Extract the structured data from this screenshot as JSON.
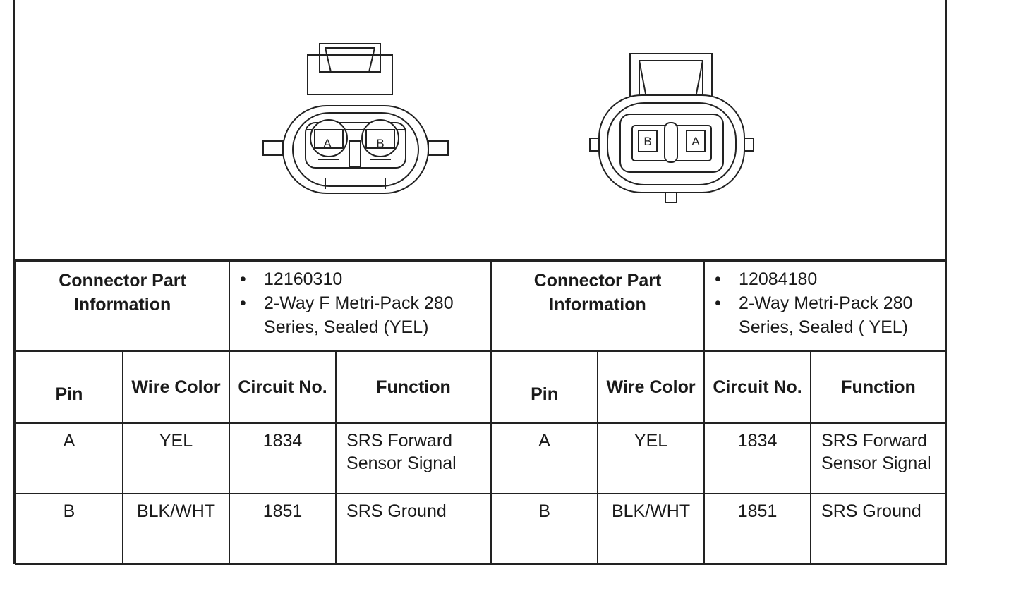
{
  "connectors": [
    {
      "title": "Connector Part Information",
      "info": [
        "12160310",
        "2-Way F Metri-Pack 280 Series, Sealed (YEL)"
      ],
      "headers": {
        "pin": "Pin",
        "wire_color": "Wire Color",
        "circuit_no": "Circuit No.",
        "function": "Function"
      },
      "rows": [
        {
          "pin": "A",
          "wire_color": "YEL",
          "circuit_no": "1834",
          "function": "SRS Forward Sensor Signal"
        },
        {
          "pin": "B",
          "wire_color": "BLK/WHT",
          "circuit_no": "1851",
          "function": "SRS Ground"
        }
      ],
      "cavities": [
        "A",
        "B"
      ]
    },
    {
      "title": "Connector Part Information",
      "info": [
        "12084180",
        "2-Way Metri-Pack 280 Series, Sealed ( YEL)"
      ],
      "headers": {
        "pin": "Pin",
        "wire_color": "Wire Color",
        "circuit_no": "Circuit No.",
        "function": "Function"
      },
      "rows": [
        {
          "pin": "A",
          "wire_color": "YEL",
          "circuit_no": "1834",
          "function": "SRS Forward Sensor Signal"
        },
        {
          "pin": "B",
          "wire_color": "BLK/WHT",
          "circuit_no": "1851",
          "function": "SRS Ground"
        }
      ],
      "cavities": [
        "B",
        "A"
      ]
    }
  ]
}
